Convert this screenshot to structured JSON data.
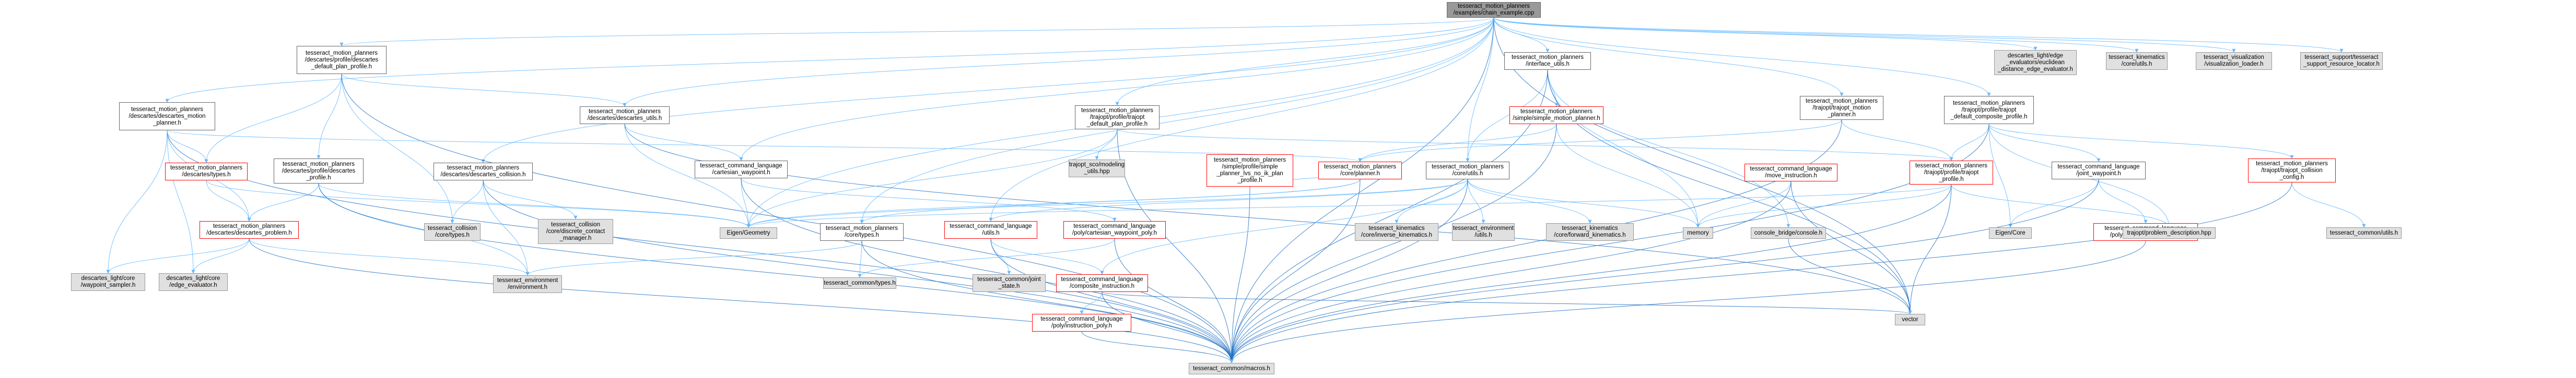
{
  "diagram": {
    "type": "include-dependency-graph",
    "colors": {
      "edge": "#63b8ff",
      "edge_dark": "#1e6fc2",
      "node_border": "#666666",
      "node_border_red": "#ff0000",
      "node_fill_grey": "#e0e0e0",
      "root_fill": "#999999"
    },
    "nodes": [
      {
        "id": "root",
        "style": "root",
        "lines": [
          "tesseract_motion_planners",
          "/examples/chain_example.cpp"
        ]
      },
      {
        "id": "desc_profile",
        "style": "normal",
        "lines": [
          "tesseract_motion_planners",
          "/descartes/profile/descartes",
          "_default_plan_profile.h"
        ]
      },
      {
        "id": "interface_utils",
        "style": "normal",
        "lines": [
          "tesseract_motion_planners",
          "/interface_utils.h"
        ]
      },
      {
        "id": "trajopt_motion",
        "style": "normal",
        "lines": [
          "tesseract_motion_planners",
          "/trajopt/trajopt_motion",
          "_planner.h"
        ]
      },
      {
        "id": "trajopt_composite",
        "style": "normal",
        "lines": [
          "tesseract_motion_planners",
          "/trajopt/profile/trajopt",
          "_default_composite_profile.h"
        ]
      },
      {
        "id": "euclid",
        "style": "grey",
        "lines": [
          "descartes_light/edge",
          "_evaluators/euclidean",
          "_distance_edge_evaluator.h"
        ]
      },
      {
        "id": "kin_utils",
        "style": "grey",
        "lines": [
          "tesseract_kinematics",
          "/core/utils.h"
        ]
      },
      {
        "id": "vis_loader",
        "style": "grey",
        "lines": [
          "tesseract_visualization",
          "/visualization_loader.h"
        ]
      },
      {
        "id": "res_locator",
        "style": "grey",
        "lines": [
          "tesseract_support/tesseract",
          "_support_resource_locator.h"
        ]
      },
      {
        "id": "desc_motion",
        "style": "normal",
        "lines": [
          "tesseract_motion_planners",
          "/descartes/descartes_motion",
          "_planner.h"
        ]
      },
      {
        "id": "desc_utils",
        "style": "normal",
        "lines": [
          "tesseract_motion_planners",
          "/descartes/descartes_utils.h"
        ]
      },
      {
        "id": "trajopt_default_plan",
        "style": "normal",
        "lines": [
          "tesseract_motion_planners",
          "/trajopt/profile/trajopt",
          "_default_plan_profile.h"
        ]
      },
      {
        "id": "simple_motion",
        "style": "red",
        "lines": [
          "tesseract_motion_planners",
          "/simple/simple_motion_planner.h"
        ]
      },
      {
        "id": "desc_types",
        "style": "red",
        "lines": [
          "tesseract_motion_planners",
          "/descartes/types.h"
        ]
      },
      {
        "id": "desc_profile_h",
        "style": "normal",
        "lines": [
          "tesseract_motion_planners",
          "/descartes/profile/descartes",
          "_profile.h"
        ]
      },
      {
        "id": "cart_waypoint",
        "style": "normal",
        "lines": [
          "tesseract_command_language",
          "/cartesian_waypoint.h"
        ]
      },
      {
        "id": "trajopt_modeling",
        "style": "grey",
        "lines": [
          "trajopt_sco/modeling",
          "_utils.hpp"
        ]
      },
      {
        "id": "simple_lvs",
        "style": "red",
        "lines": [
          "tesseract_motion_planners",
          "/simple/profile/simple",
          "_planner_lvs_no_ik_plan",
          "_profile.h"
        ]
      },
      {
        "id": "core_planner",
        "style": "red",
        "lines": [
          "tesseract_motion_planners",
          "/core/planner.h"
        ]
      },
      {
        "id": "desc_collision",
        "style": "normal",
        "lines": [
          "tesseract_motion_planners",
          "/descartes/descartes_collision.h"
        ]
      },
      {
        "id": "core_utils",
        "style": "normal",
        "lines": [
          "tesseract_motion_planners",
          "/core/utils.h"
        ]
      },
      {
        "id": "move_instruction",
        "style": "red",
        "lines": [
          "tesseract_command_language",
          "/move_instruction.h"
        ]
      },
      {
        "id": "trajopt_profile",
        "style": "red",
        "lines": [
          "tesseract_motion_planners",
          "/trajopt/profile/trajopt",
          "_profile.h"
        ]
      },
      {
        "id": "joint_waypoint",
        "style": "normal",
        "lines": [
          "tesseract_command_language",
          "/joint_waypoint.h"
        ]
      },
      {
        "id": "trajopt_collision_cfg",
        "style": "red",
        "lines": [
          "tesseract_motion_planners",
          "/trajopt/trajopt_collision",
          "_config.h"
        ]
      },
      {
        "id": "desc_problem",
        "style": "red",
        "lines": [
          "tesseract_motion_planners",
          "/descartes/descartes_problem.h"
        ]
      },
      {
        "id": "coll_types",
        "style": "grey",
        "lines": [
          "tesseract_collision",
          "/core/types.h"
        ]
      },
      {
        "id": "coll_discrete",
        "style": "grey",
        "lines": [
          "tesseract_collision",
          "/core/discrete_contact",
          "_manager.h"
        ]
      },
      {
        "id": "eigen_geometry",
        "style": "grey",
        "lines": [
          "Eigen/Geometry"
        ]
      },
      {
        "id": "core_types",
        "style": "normal",
        "lines": [
          "tesseract_motion_planners",
          "/core/types.h"
        ]
      },
      {
        "id": "cl_utils",
        "style": "red",
        "lines": [
          "tesseract_command_language",
          "/utils.h"
        ]
      },
      {
        "id": "cart_waypoint_poly",
        "style": "red",
        "lines": [
          "tesseract_command_language",
          "/poly/cartesian_waypoint_poly.h"
        ]
      },
      {
        "id": "inverse_kin",
        "style": "grey",
        "lines": [
          "tesseract_kinematics",
          "/core/inverse_kinematics.h"
        ]
      },
      {
        "id": "env_utils",
        "style": "grey",
        "lines": [
          "tesseract_environment",
          "/utils.h"
        ]
      },
      {
        "id": "forward_kin",
        "style": "grey",
        "lines": [
          "tesseract_kinematics",
          "/core/forward_kinematics.h"
        ]
      },
      {
        "id": "memory",
        "style": "grey",
        "lines": [
          "memory"
        ]
      },
      {
        "id": "console_bridge",
        "style": "grey",
        "lines": [
          "console_bridge/console.h"
        ]
      },
      {
        "id": "eigen_core",
        "style": "grey",
        "lines": [
          "Eigen/Core"
        ]
      },
      {
        "id": "joint_waypoint_poly",
        "style": "red",
        "lines": [
          "tesseract_command_language",
          "/poly/joint_waypoint_poly.h"
        ]
      },
      {
        "id": "problem_desc",
        "style": "grey",
        "lines": [
          "trajopt/problem_description.hpp"
        ]
      },
      {
        "id": "common_utils",
        "style": "grey",
        "lines": [
          "tesseract_common/utils.h"
        ]
      },
      {
        "id": "waypoint_sampler",
        "style": "grey",
        "lines": [
          "descartes_light/core",
          "/waypoint_sampler.h"
        ]
      },
      {
        "id": "edge_evaluator",
        "style": "grey",
        "lines": [
          "descartes_light/core",
          "/edge_evaluator.h"
        ]
      },
      {
        "id": "env_environment",
        "style": "grey",
        "lines": [
          "tesseract_environment",
          "/environment.h"
        ]
      },
      {
        "id": "common_types",
        "style": "grey",
        "lines": [
          "tesseract_common/types.h"
        ]
      },
      {
        "id": "common_joint_state",
        "style": "grey",
        "lines": [
          "tesseract_common/joint",
          "_state.h"
        ]
      },
      {
        "id": "composite_instruction",
        "style": "red",
        "lines": [
          "tesseract_command_language",
          "/composite_instruction.h"
        ]
      },
      {
        "id": "vector",
        "style": "grey",
        "lines": [
          "vector"
        ]
      },
      {
        "id": "instruction_poly",
        "style": "red",
        "lines": [
          "tesseract_command_language",
          "/poly/instruction_poly.h"
        ]
      },
      {
        "id": "macros",
        "style": "grey",
        "lines": [
          "tesseract_common/macros.h"
        ]
      }
    ],
    "edges": [
      [
        "root",
        "desc_profile"
      ],
      [
        "root",
        "interface_utils"
      ],
      [
        "root",
        "trajopt_motion"
      ],
      [
        "root",
        "trajopt_composite"
      ],
      [
        "root",
        "euclid"
      ],
      [
        "root",
        "kin_utils"
      ],
      [
        "root",
        "vis_loader"
      ],
      [
        "root",
        "res_locator"
      ],
      [
        "root",
        "desc_motion"
      ],
      [
        "root",
        "desc_utils"
      ],
      [
        "root",
        "trajopt_default_plan"
      ],
      [
        "root",
        "core_utils"
      ],
      [
        "root",
        "desc_collision"
      ],
      [
        "root",
        "cart_waypoint"
      ],
      [
        "root",
        "core_types"
      ],
      [
        "root",
        "cl_utils"
      ],
      [
        "root",
        "macros"
      ],
      [
        "root",
        "vector"
      ],
      [
        "root",
        "eigen_geometry"
      ],
      [
        "desc_profile",
        "desc_utils"
      ],
      [
        "desc_profile",
        "desc_types"
      ],
      [
        "desc_profile",
        "desc_profile_h"
      ],
      [
        "desc_profile",
        "coll_types"
      ],
      [
        "desc_profile",
        "macros"
      ],
      [
        "interface_utils",
        "simple_motion"
      ],
      [
        "interface_utils",
        "core_utils"
      ],
      [
        "interface_utils",
        "memory"
      ],
      [
        "interface_utils",
        "console_bridge"
      ],
      [
        "interface_utils",
        "vector"
      ],
      [
        "interface_utils",
        "macros"
      ],
      [
        "trajopt_motion",
        "trajopt_profile"
      ],
      [
        "trajopt_motion",
        "core_planner"
      ],
      [
        "trajopt_motion",
        "macros"
      ],
      [
        "trajopt_composite",
        "trajopt_profile"
      ],
      [
        "trajopt_composite",
        "trajopt_collision_cfg"
      ],
      [
        "trajopt_composite",
        "joint_waypoint"
      ],
      [
        "trajopt_composite",
        "eigen_core"
      ],
      [
        "trajopt_composite",
        "macros"
      ],
      [
        "trajopt_composite",
        "problem_desc"
      ],
      [
        "desc_motion",
        "desc_problem"
      ],
      [
        "desc_motion",
        "desc_types"
      ],
      [
        "desc_motion",
        "core_planner"
      ],
      [
        "desc_motion",
        "macros"
      ],
      [
        "desc_motion",
        "waypoint_sampler"
      ],
      [
        "desc_motion",
        "edge_evaluator"
      ],
      [
        "desc_utils",
        "cart_waypoint"
      ],
      [
        "desc_utils",
        "eigen_geometry"
      ],
      [
        "desc_utils",
        "vector"
      ],
      [
        "trajopt_default_plan",
        "trajopt_modeling"
      ],
      [
        "trajopt_default_plan",
        "trajopt_profile"
      ],
      [
        "trajopt_default_plan",
        "macros"
      ],
      [
        "trajopt_default_plan",
        "eigen_geometry"
      ],
      [
        "simple_motion",
        "core_planner"
      ],
      [
        "simple_motion",
        "memory"
      ],
      [
        "simple_motion",
        "macros"
      ],
      [
        "desc_types",
        "desc_problem"
      ],
      [
        "desc_types",
        "eigen_geometry"
      ],
      [
        "desc_profile_h",
        "desc_problem"
      ],
      [
        "desc_profile_h",
        "env_environment"
      ],
      [
        "desc_profile_h",
        "eigen_geometry"
      ],
      [
        "desc_profile_h",
        "macros"
      ],
      [
        "cart_waypoint",
        "eigen_geometry"
      ],
      [
        "cart_waypoint",
        "cart_waypoint_poly"
      ],
      [
        "cart_waypoint",
        "macros"
      ],
      [
        "simple_lvs",
        "core_planner"
      ],
      [
        "simple_lvs",
        "macros"
      ],
      [
        "core_planner",
        "core_types"
      ],
      [
        "core_planner",
        "eigen_geometry"
      ],
      [
        "core_planner",
        "macros"
      ],
      [
        "desc_collision",
        "coll_types"
      ],
      [
        "desc_collision",
        "coll_discrete"
      ],
      [
        "desc_collision",
        "env_environment"
      ],
      [
        "desc_collision",
        "macros"
      ],
      [
        "core_utils",
        "eigen_geometry"
      ],
      [
        "core_utils",
        "inverse_kin"
      ],
      [
        "core_utils",
        "env_utils"
      ],
      [
        "core_utils",
        "forward_kin"
      ],
      [
        "core_utils",
        "memory"
      ],
      [
        "core_utils",
        "cl_utils"
      ],
      [
        "core_utils",
        "composite_instruction"
      ],
      [
        "core_utils",
        "macros"
      ],
      [
        "move_instruction",
        "memory"
      ],
      [
        "move_instruction",
        "vector"
      ],
      [
        "move_instruction",
        "macros"
      ],
      [
        "trajopt_profile",
        "eigen_geometry"
      ],
      [
        "trajopt_profile",
        "memory"
      ],
      [
        "trajopt_profile",
        "vector"
      ],
      [
        "trajopt_profile",
        "macros"
      ],
      [
        "trajopt_profile",
        "problem_desc"
      ],
      [
        "joint_waypoint",
        "eigen_core"
      ],
      [
        "joint_waypoint",
        "joint_waypoint_poly"
      ],
      [
        "joint_waypoint",
        "macros"
      ],
      [
        "trajopt_collision_cfg",
        "common_utils"
      ],
      [
        "trajopt_collision_cfg",
        "macros"
      ],
      [
        "desc_problem",
        "waypoint_sampler"
      ],
      [
        "desc_problem",
        "edge_evaluator"
      ],
      [
        "desc_problem",
        "env_environment"
      ],
      [
        "desc_problem",
        "macros"
      ],
      [
        "core_types",
        "env_environment"
      ],
      [
        "core_types",
        "common_types"
      ],
      [
        "core_types",
        "macros"
      ],
      [
        "cl_utils",
        "common_joint_state"
      ],
      [
        "cl_utils",
        "composite_instruction"
      ],
      [
        "cl_utils",
        "macros"
      ],
      [
        "cart_waypoint_poly",
        "common_types"
      ],
      [
        "cart_waypoint_poly",
        "macros"
      ],
      [
        "composite_instruction",
        "instruction_poly"
      ],
      [
        "composite_instruction",
        "vector"
      ],
      [
        "composite_instruction",
        "macros"
      ],
      [
        "joint_waypoint_poly",
        "macros"
      ],
      [
        "instruction_poly",
        "macros"
      ],
      [
        "console_bridge",
        "vector"
      ]
    ]
  }
}
